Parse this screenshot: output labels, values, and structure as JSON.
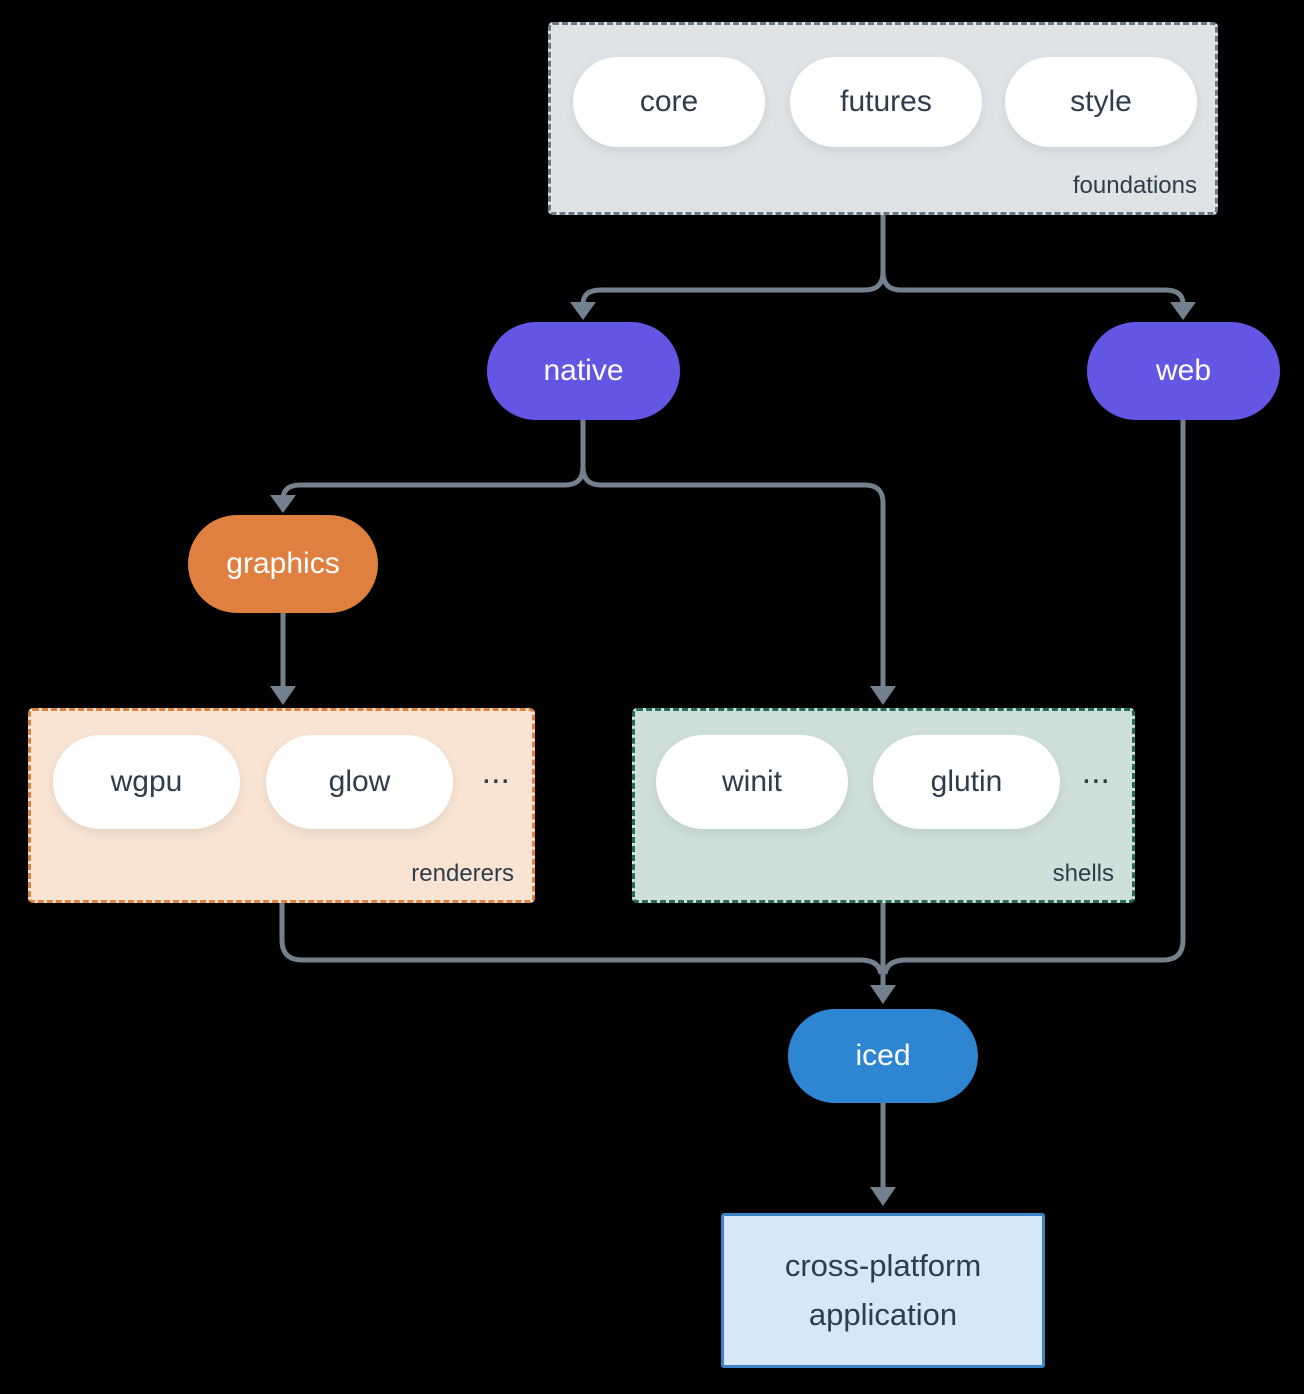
{
  "colors": {
    "bg": "#000000",
    "line": "#73808d",
    "ink": "#2e3d4b",
    "purple": "#6356e5",
    "orange": "#e08040",
    "blue": "#2e86d2",
    "pill-white": "#ffffff",
    "foundations-fill": "#dfe3e6",
    "foundations-border": "#6b7987",
    "renderers-fill": "#f9e4d3",
    "renderers-border": "#e0813f",
    "shells-fill": "#cfdfd9",
    "shells-border": "#246b59",
    "app-fill": "#d6e7f8",
    "app-border": "#3c82c4"
  },
  "foundations": {
    "label": "foundations",
    "items": [
      "core",
      "futures",
      "style"
    ]
  },
  "nodes": {
    "native": "native",
    "web": "web",
    "graphics": "graphics",
    "iced": "iced"
  },
  "renderers": {
    "label": "renderers",
    "items": [
      "wgpu",
      "glow"
    ],
    "ellipsis": "..."
  },
  "shells": {
    "label": "shells",
    "items": [
      "winit",
      "glutin"
    ],
    "ellipsis": "..."
  },
  "app": {
    "label": "cross-platform application"
  }
}
